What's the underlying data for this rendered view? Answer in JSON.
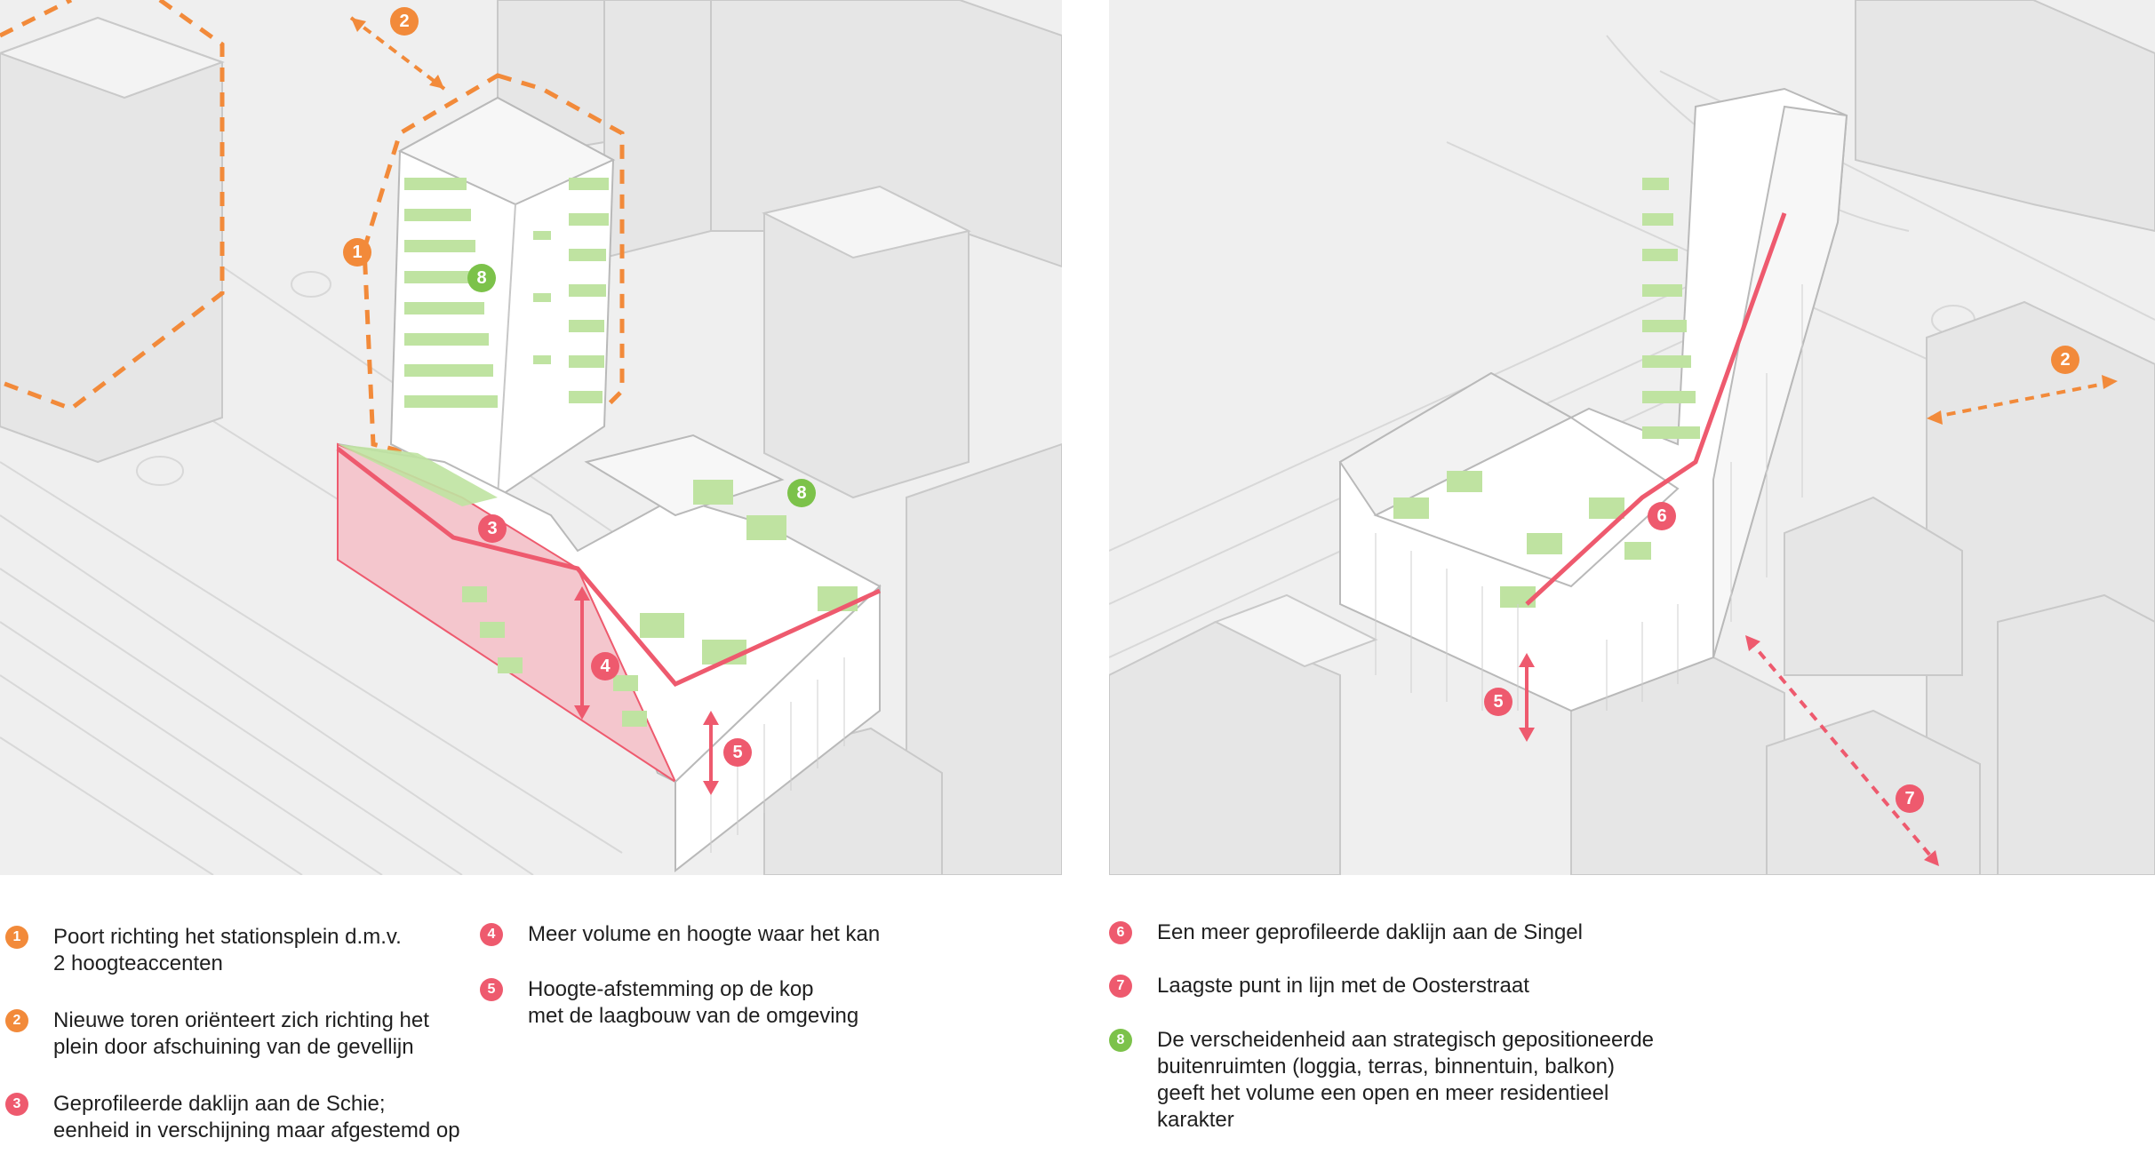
{
  "colors": {
    "orange": "#f28a3a",
    "pink": "#ee5a6e",
    "green": "#7cc24a",
    "building": "#ffffff",
    "context": "#e3e3e3",
    "ground": "#efefef",
    "facade_red": "#f4c6cd",
    "terrace_green": "#bfe3a1"
  },
  "left_panel": {
    "markers": [
      "1",
      "2",
      "3",
      "4",
      "5",
      "8",
      "8"
    ]
  },
  "right_panel": {
    "markers": [
      "2",
      "5",
      "6",
      "7"
    ]
  },
  "legend": [
    {
      "number": "1",
      "color": "orange",
      "lines": [
        "Poort richting het stationsplein d.m.v.",
        "2 hoogteaccenten"
      ]
    },
    {
      "number": "2",
      "color": "orange",
      "lines": [
        "Nieuwe toren oriënteert zich richting het",
        "plein door afschuining van de gevellijn"
      ]
    },
    {
      "number": "3",
      "color": "pink",
      "lines": [
        "Geprofileerde daklijn aan de Schie;",
        "eenheid in verschijning maar afgestemd op"
      ]
    },
    {
      "number": "4",
      "color": "pink",
      "lines": [
        "Meer volume en hoogte waar het kan"
      ]
    },
    {
      "number": "5",
      "color": "pink",
      "lines": [
        "Hoogte-afstemming op de kop",
        "met de laagbouw van de omgeving"
      ]
    },
    {
      "number": "6",
      "color": "pink",
      "lines": [
        "Een meer geprofileerde daklijn aan de Singel"
      ]
    },
    {
      "number": "7",
      "color": "pink",
      "lines": [
        "Laagste punt in lijn met de Oosterstraat"
      ]
    },
    {
      "number": "8",
      "color": "green",
      "lines": [
        "De verscheidenheid aan strategisch gepositioneerde",
        "buitenruimten (loggia, terras, binnentuin, balkon)",
        "geeft het volume een open en meer residentieel",
        "karakter"
      ]
    }
  ]
}
